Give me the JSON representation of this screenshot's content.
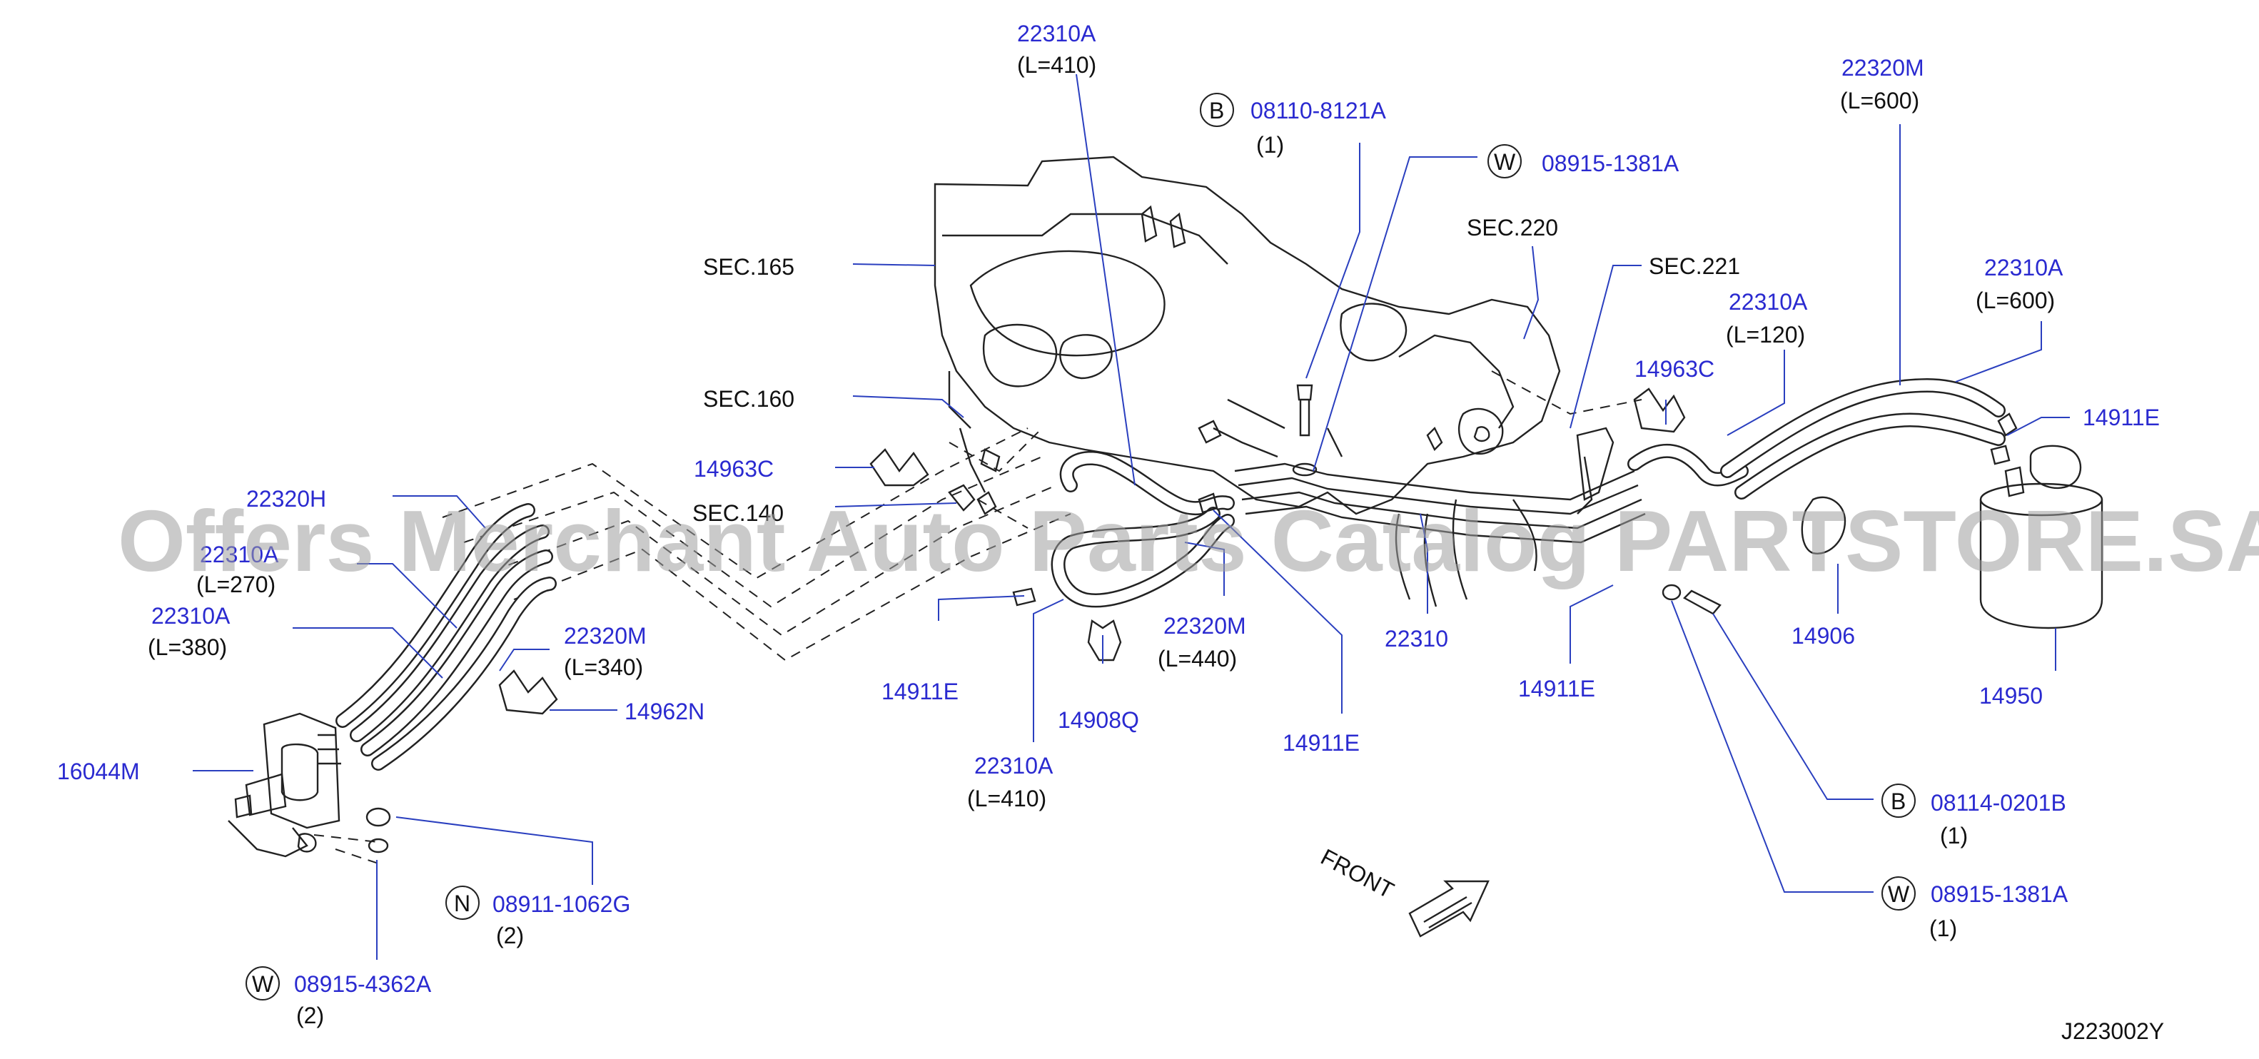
{
  "diagram_code": "J223002Y",
  "watermark": "Offers Merchant Auto Parts Catalog PARTSTORE.SA",
  "front_label": "FRONT",
  "colors": {
    "part_number": "#2a2ad0",
    "leader": "#2a3fbf",
    "drawing": "#222222",
    "watermark": "#9e9e9e"
  },
  "sections": {
    "s165": "SEC.165",
    "s160": "SEC.160",
    "s140": "SEC.140",
    "s220": "SEC.220",
    "s221": "SEC.221"
  },
  "parts": {
    "p22310A_top": {
      "num": "22310A",
      "len": "(L=410)"
    },
    "p08110": {
      "prefix": "B",
      "num": "08110-8121A",
      "qty": "(1)"
    },
    "p08915_top": {
      "prefix": "W",
      "num": "08915-1381A"
    },
    "p22320M_top": {
      "num": "22320M",
      "len": "(L=600)"
    },
    "p22310A_r600": {
      "num": "22310A",
      "len": "(L=600)"
    },
    "p22310A_120": {
      "num": "22310A",
      "len": "(L=120)"
    },
    "p14963C_r": {
      "num": "14963C"
    },
    "p14911E_r": {
      "num": "14911E"
    },
    "p14963C_l": {
      "num": "14963C"
    },
    "p22320H": {
      "num": "22320H"
    },
    "p22310A_270": {
      "num": "22310A",
      "len": "(L=270)"
    },
    "p22310A_380": {
      "num": "22310A",
      "len": "(L=380)"
    },
    "p22320M_340": {
      "num": "22320M",
      "len": "(L=340)"
    },
    "p14962N": {
      "num": "14962N"
    },
    "p16044M": {
      "num": "16044M"
    },
    "p08911": {
      "prefix": "N",
      "num": "08911-1062G",
      "qty": "(2)"
    },
    "p08915_4362": {
      "prefix": "W",
      "num": "08915-4362A",
      "qty": "(2)"
    },
    "p14911E_l": {
      "num": "14911E"
    },
    "p14908Q": {
      "num": "14908Q"
    },
    "p22310A_bot": {
      "num": "22310A",
      "len": "(L=410)"
    },
    "p22320M_440": {
      "num": "22320M",
      "len": "(L=440)"
    },
    "p14911E_m": {
      "num": "14911E"
    },
    "p22310": {
      "num": "22310"
    },
    "p14911E_c": {
      "num": "14911E"
    },
    "p14906": {
      "num": "14906"
    },
    "p14950": {
      "num": "14950"
    },
    "p08114": {
      "prefix": "B",
      "num": "08114-0201B",
      "qty": "(1)"
    },
    "p08915_bot": {
      "prefix": "W",
      "num": "08915-1381A",
      "qty": "(1)"
    }
  }
}
